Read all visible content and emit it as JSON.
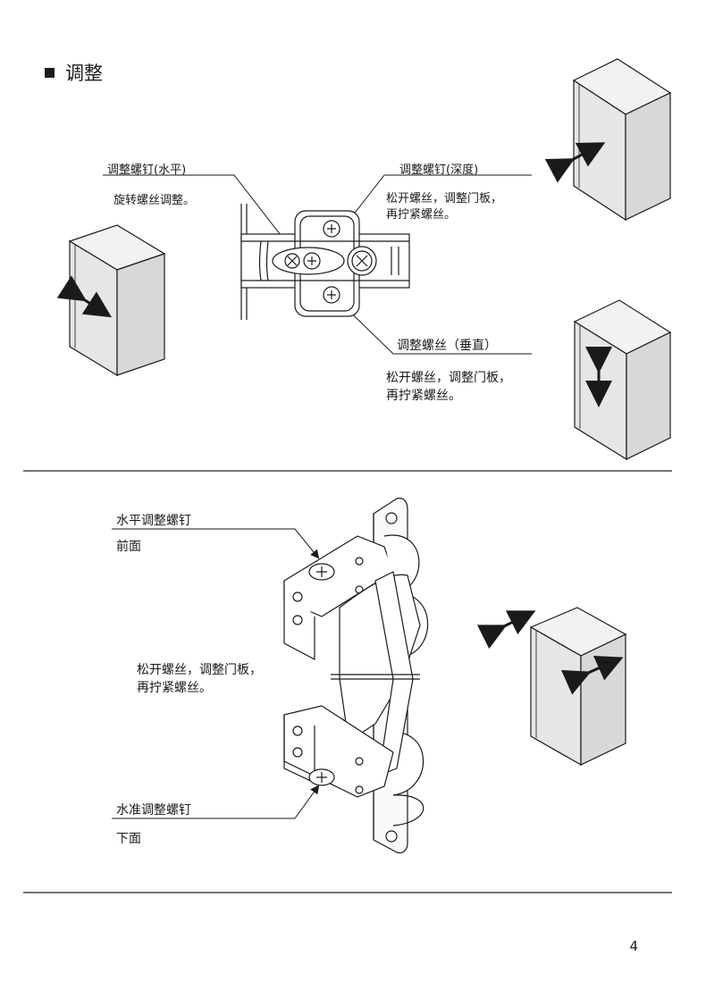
{
  "page": {
    "title": "调整",
    "page_number": "4"
  },
  "top_section": {
    "horizontal_screw": {
      "label": "调整螺钉(水平)",
      "note": "旋转螺丝调整。"
    },
    "depth_screw": {
      "label": "调整螺钉(深度)",
      "note_line1": "松开螺丝，调整门板，",
      "note_line2": "再拧紧螺丝。"
    },
    "vertical_screw": {
      "label": "调整螺丝（垂直）",
      "note_line1": "松开螺丝，调整门板，",
      "note_line2": "再拧紧螺丝。"
    }
  },
  "bottom_section": {
    "front_screw": {
      "label": "水平调整螺钉",
      "position": "前面"
    },
    "middle_note": {
      "line1": "松开螺丝，调整门板，",
      "line2": "再拧紧螺丝。"
    },
    "bottom_screw": {
      "label": "水准调整螺钉",
      "position": "下面"
    }
  }
}
